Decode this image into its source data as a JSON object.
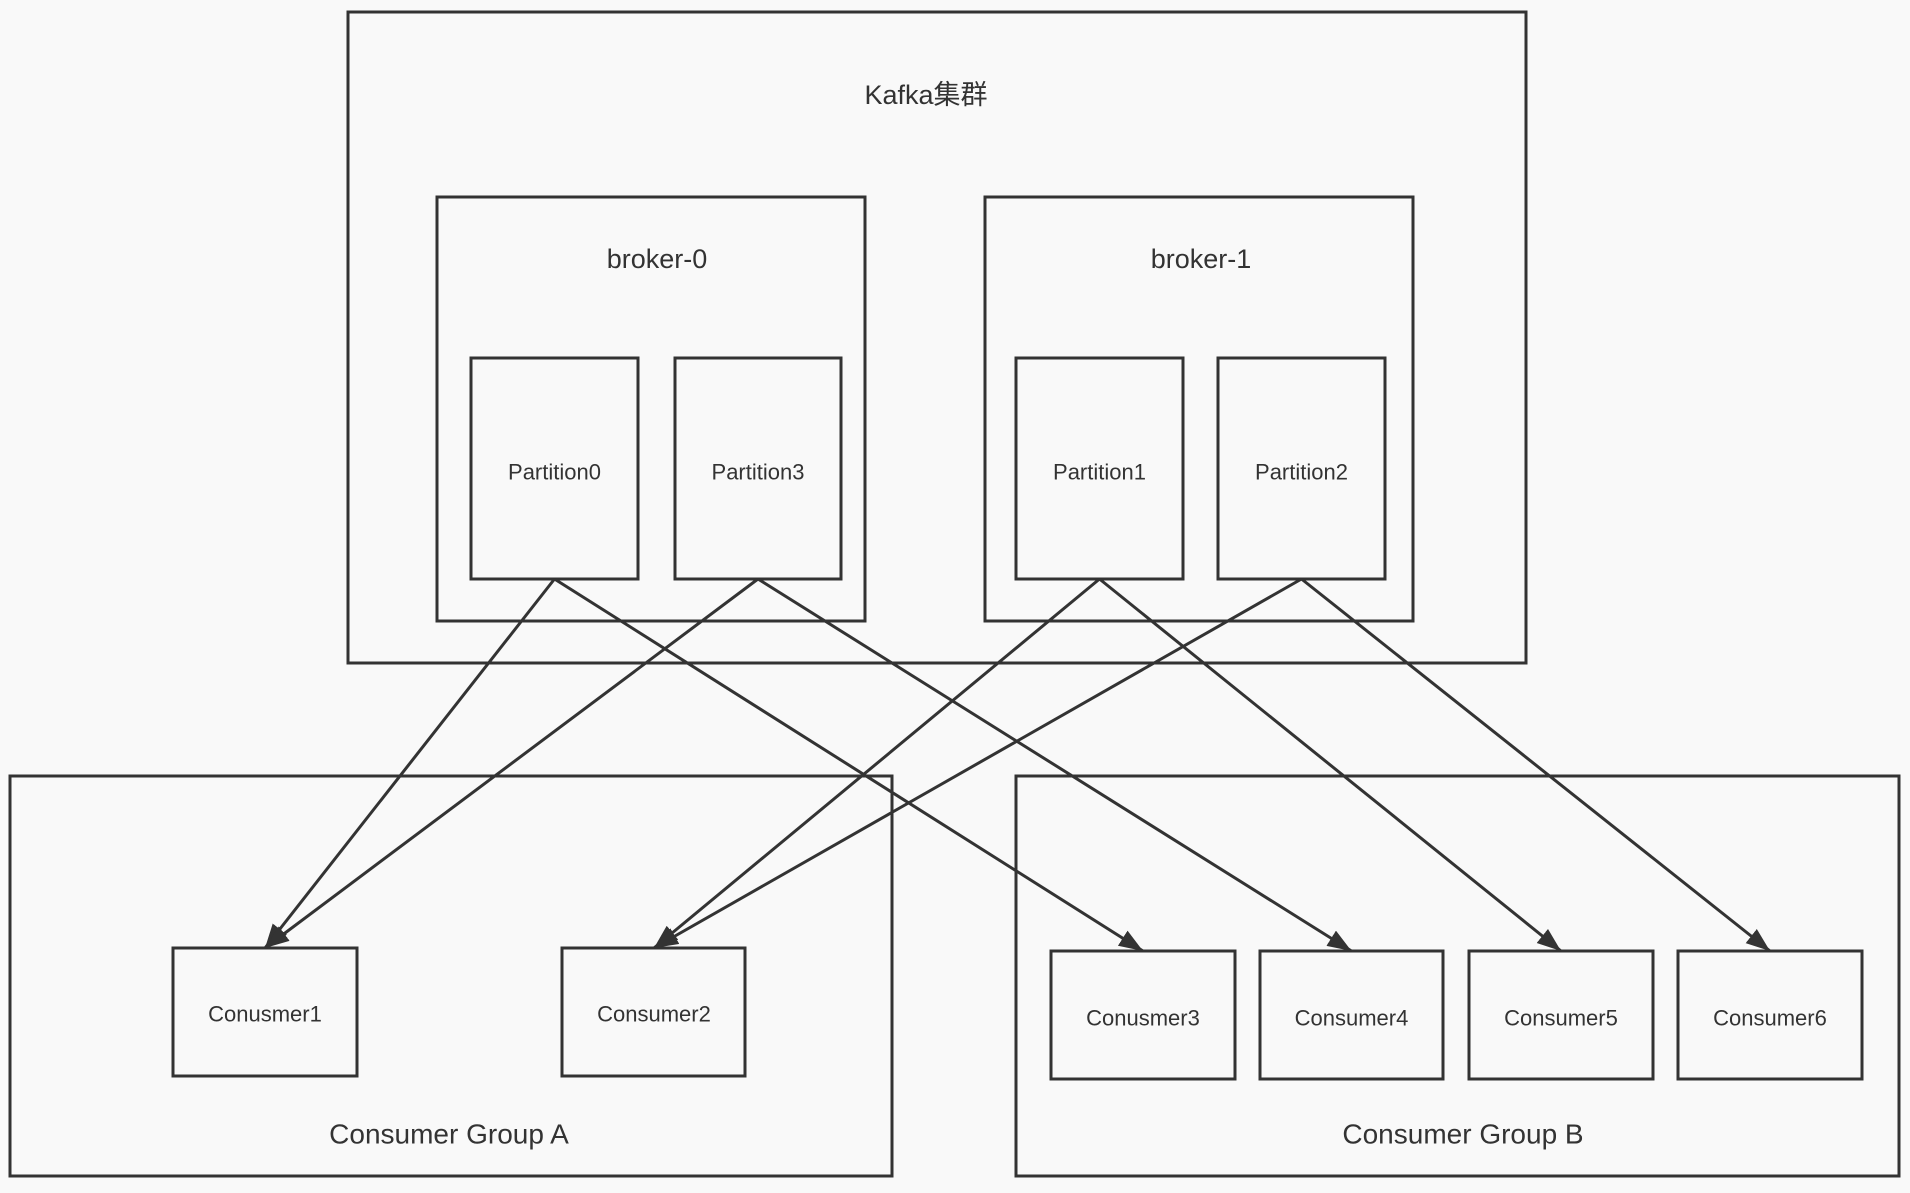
{
  "cluster": {
    "title": "Kafka集群"
  },
  "brokers": [
    {
      "name": "broker-0",
      "partitions": [
        "Partition0",
        "Partition3"
      ]
    },
    {
      "name": "broker-1",
      "partitions": [
        "Partition1",
        "Partition2"
      ]
    }
  ],
  "consumer_groups": [
    {
      "name": "Consumer Group A",
      "consumers": [
        "Conusmer1",
        "Consumer2"
      ]
    },
    {
      "name": "Consumer Group B",
      "consumers": [
        "Conusmer3",
        "Consumer4",
        "Consumer5",
        "Consumer6"
      ]
    }
  ],
  "colors": {
    "stroke": "#333333",
    "background": "#f9f9f9",
    "text": "#333333"
  }
}
